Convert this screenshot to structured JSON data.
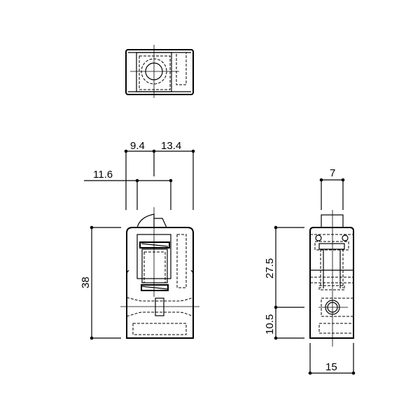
{
  "dimensions": {
    "front_width_left": "9.4",
    "front_width_right": "13.4",
    "front_inner_width": "11.6",
    "front_height": "38",
    "side_knob_width": "7",
    "side_upper_height": "27.5",
    "side_lower_height": "10.5",
    "side_width": "15"
  }
}
